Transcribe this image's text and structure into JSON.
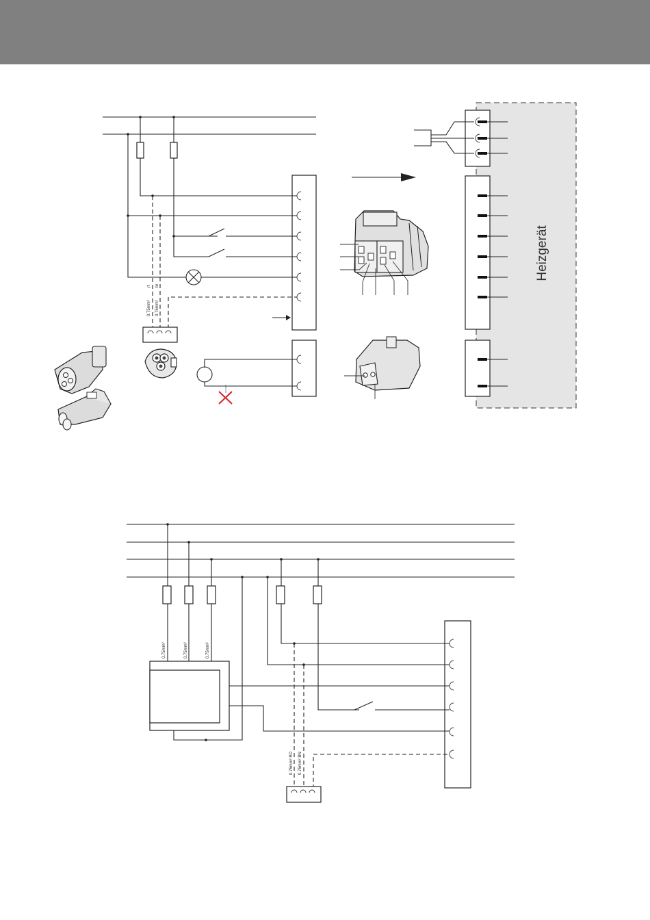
{
  "header": {
    "color": "#808080"
  },
  "diagram_top": {
    "heater_label": "Heizgerät",
    "wire_labels": [
      "rt",
      "br",
      "0.75mm²",
      "0.75mm²"
    ],
    "heater_panel_color": "#e5e5e5",
    "fault_marker_color": "#d9202a"
  },
  "diagram_bottom": {
    "wire_labels": [
      "0.75mm²",
      "0.75mm²",
      "0.75mm²",
      "0.75mm² RD",
      "0.75mm² BN"
    ]
  }
}
